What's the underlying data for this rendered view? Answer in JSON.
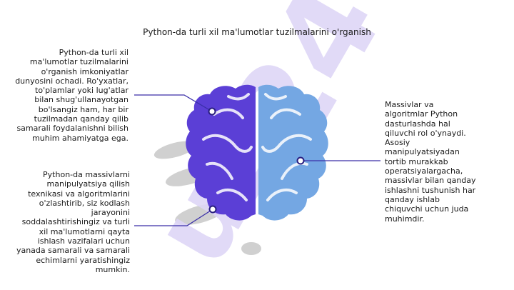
{
  "title": "Python-da turli xil ma'lumotlar tuzilmalarini o'rganish",
  "notes": {
    "left_top": "Python-da turli xil ma'lumotlar tuzilmalarini o'rganish imkoniyatlar dunyosini ochadi. Ro'yxatlar, to'plamlar yoki lug'atlar bilan shug'ullanayotgan bo'lsangiz ham, har bir tuzilmadan qanday qilib samarali foydalanishni bilish muhim ahamiyatga ega.",
    "left_bottom": "Python-da massivlarni manipulyatsiya qilish texnikasi va algoritmlarini o'zlashtirib, siz kodlash jarayonini soddalashtirishingiz va turli xil ma'lumotlarni qayta ishlash vazifalari uchun yanada samarali va samarali echimlarni yaratishingiz mumkin.",
    "right": "Massivlar va algoritmlar Python dasturlashda hal qiluvchi rol o'ynaydi. Asosiy manipulyatsiyadan tortib murakkab operatsiyalargacha, massivlar bilan qanday ishlashni tushunish har qanday ishlab chiquvchi uchun juda muhimdir."
  },
  "colors": {
    "left_hemisphere": "#5b3fd6",
    "right_hemisphere": "#74a7e3",
    "connector": "#3a2fa8",
    "watermark": "#d9cff5"
  }
}
